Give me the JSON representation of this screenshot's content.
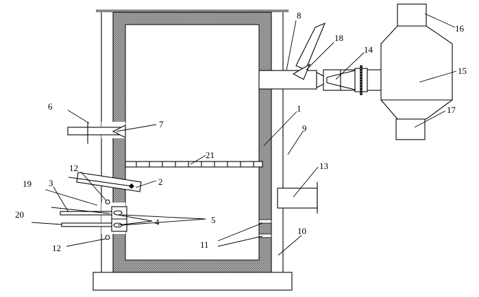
{
  "labels": {
    "l1": "1",
    "l2": "2",
    "l3": "3",
    "l4": "4",
    "l5": "5",
    "l6": "6",
    "l7": "7",
    "l8": "8",
    "l9": "9",
    "l10": "10",
    "l11": "11",
    "l12a": "12",
    "l12b": "12",
    "l13": "13",
    "l14": "14",
    "l15": "15",
    "l16": "16",
    "l17": "17",
    "l18": "18",
    "l19": "19",
    "l20": "20",
    "l21": "21"
  },
  "colors": {
    "insulation_fill": "#9a9a9a",
    "line": "#000000"
  }
}
